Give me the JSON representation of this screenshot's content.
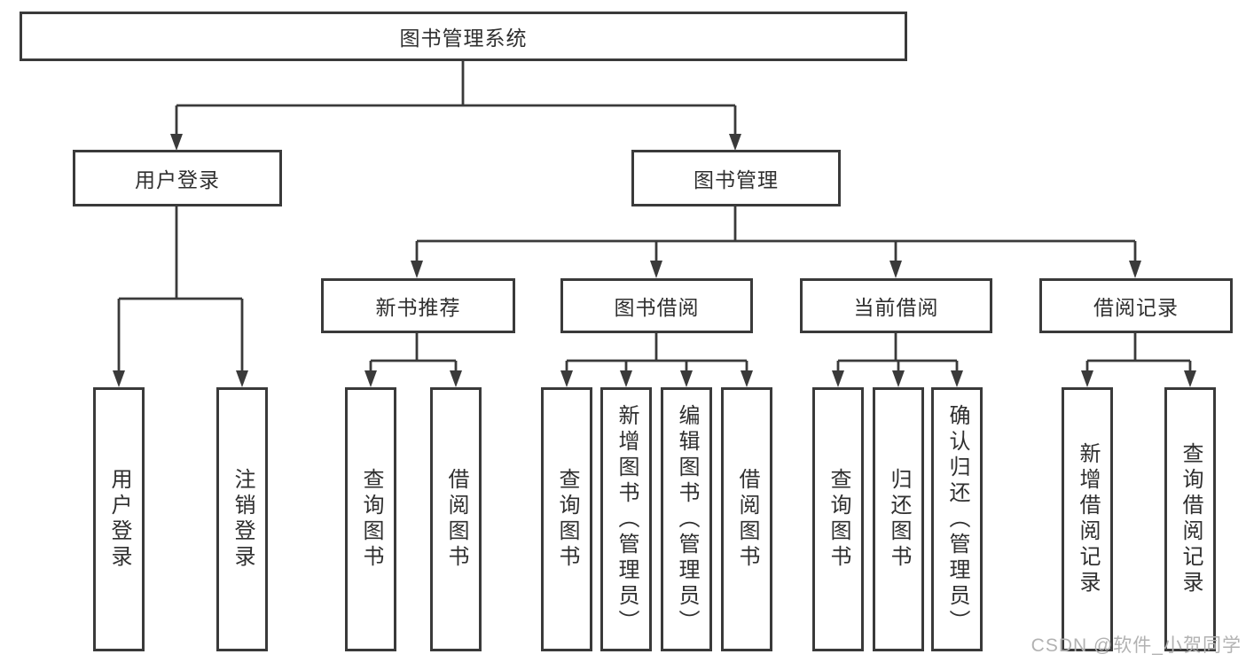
{
  "diagram": {
    "tree": {
      "label": "图书管理系统",
      "children": [
        {
          "label": "用户登录",
          "children": [
            {
              "label": "用户登录"
            },
            {
              "label": "注销登录"
            }
          ]
        },
        {
          "label": "图书管理",
          "children": [
            {
              "label": "新书推荐",
              "children": [
                {
                  "label": "查询图书"
                },
                {
                  "label": "借阅图书"
                }
              ]
            },
            {
              "label": "图书借阅",
              "children": [
                {
                  "label": "查询图书"
                },
                {
                  "label": "新增图书（管理员）"
                },
                {
                  "label": "编辑图书（管理员）"
                },
                {
                  "label": "借阅图书"
                }
              ]
            },
            {
              "label": "当前借阅",
              "children": [
                {
                  "label": "查询图书"
                },
                {
                  "label": "归还图书"
                },
                {
                  "label": "确认归还（管理员）"
                }
              ]
            },
            {
              "label": "借阅记录",
              "children": [
                {
                  "label": "新增借阅记录"
                },
                {
                  "label": "查询借阅记录"
                }
              ]
            }
          ]
        }
      ]
    }
  },
  "watermark": {
    "text": "CSDN @软件_小贺同学"
  },
  "colors": {
    "line": "#3a3a3a",
    "text": "#2f2f2f",
    "watermark": "#b2b2b2",
    "background": "#ffffff"
  }
}
